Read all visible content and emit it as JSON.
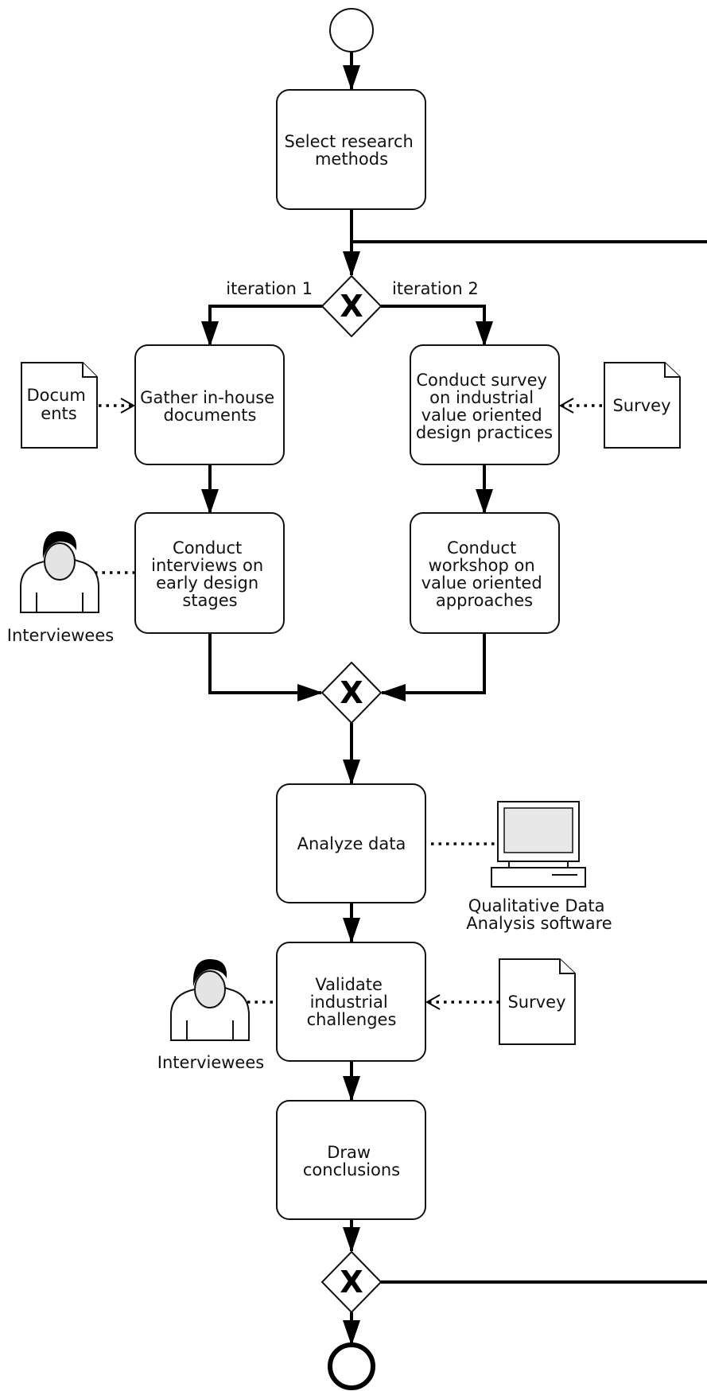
{
  "diagram": {
    "tasks": {
      "select": [
        "Select research",
        "methods"
      ],
      "gather": [
        "Gather in-house",
        "documents"
      ],
      "survey": [
        "Conduct survey",
        "on industrial",
        "value oriented",
        "design practices"
      ],
      "interviews": [
        "Conduct",
        "interviews on",
        "early design",
        "stages"
      ],
      "workshop": [
        "Conduct",
        "workshop on",
        "value oriented",
        "approaches"
      ],
      "analyze": [
        "Analyze data"
      ],
      "validate": [
        "Validate",
        "industrial",
        "challenges"
      ],
      "draw": [
        "Draw",
        "conclusions"
      ]
    },
    "branches": {
      "left": "iteration 1",
      "right": "iteration 2"
    },
    "artifacts": {
      "documents": [
        "Docum",
        "ents"
      ],
      "survey_top": "Survey",
      "survey_bottom": "Survey",
      "interviewees_top": "Interviewees",
      "interviewees_bottom": "Interviewees",
      "software": [
        "Qualitative Data",
        "Analysis software"
      ]
    },
    "gateway_symbol": "X"
  }
}
